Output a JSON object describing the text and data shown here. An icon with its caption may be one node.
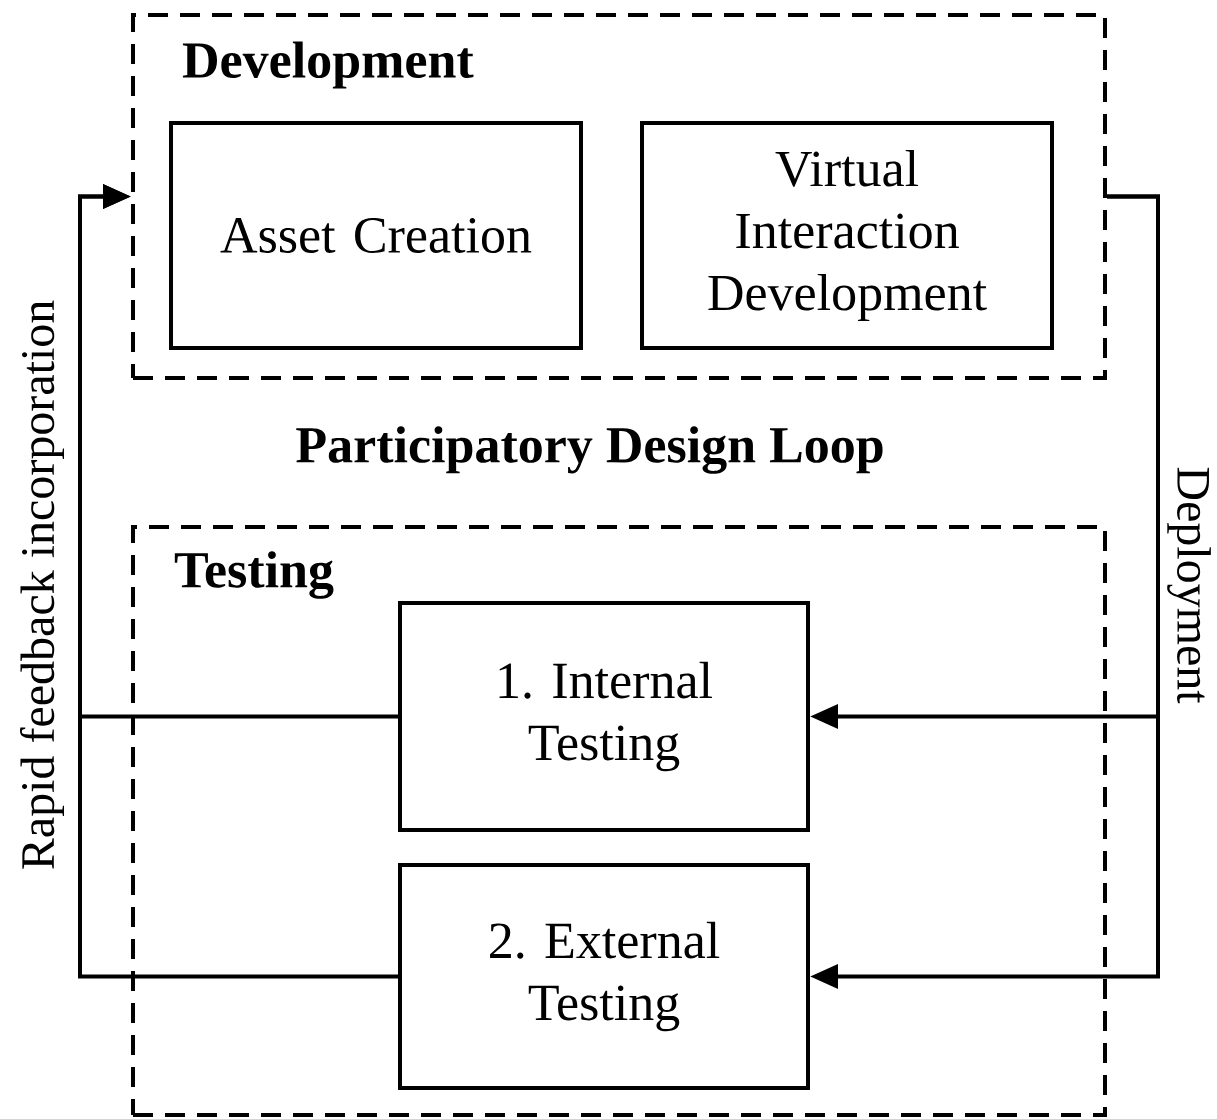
{
  "diagram": {
    "title": "Participatory Design Loop",
    "nodes": [
      {
        "text": [
          "Development"
        ]
      },
      {
        "text": [
          "Asset Creation"
        ],
        "in": 0
      },
      {
        "text": [
          "Virtual Interaction Development"
        ],
        "in": 0
      },
      {
        "text": [
          "Testing"
        ]
      },
      {
        "text": [
          "1. Internal Testing"
        ],
        "in": 3
      },
      {
        "text": [
          "2. External Testing"
        ],
        "in": 3
      }
    ],
    "edges": [
      {
        "from": 0,
        "to": 4,
        "arrow": "to",
        "label": "Deployment"
      },
      {
        "from": 0,
        "to": 5,
        "arrow": "to"
      },
      {
        "from": 4,
        "to": 0,
        "arrow": "to",
        "label": "Rapid feedback incorporation"
      },
      {
        "from": 5,
        "to": 0,
        "arrow": "to"
      }
    ]
  }
}
